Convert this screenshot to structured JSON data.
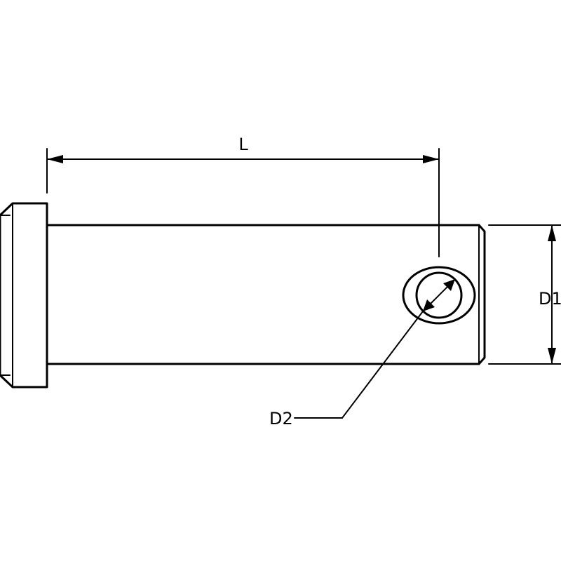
{
  "labels": {
    "length": "L",
    "shaft_diameter": "D1",
    "hole_diameter": "D2"
  },
  "colors": {
    "line": "#000000",
    "background": "#ffffff"
  }
}
